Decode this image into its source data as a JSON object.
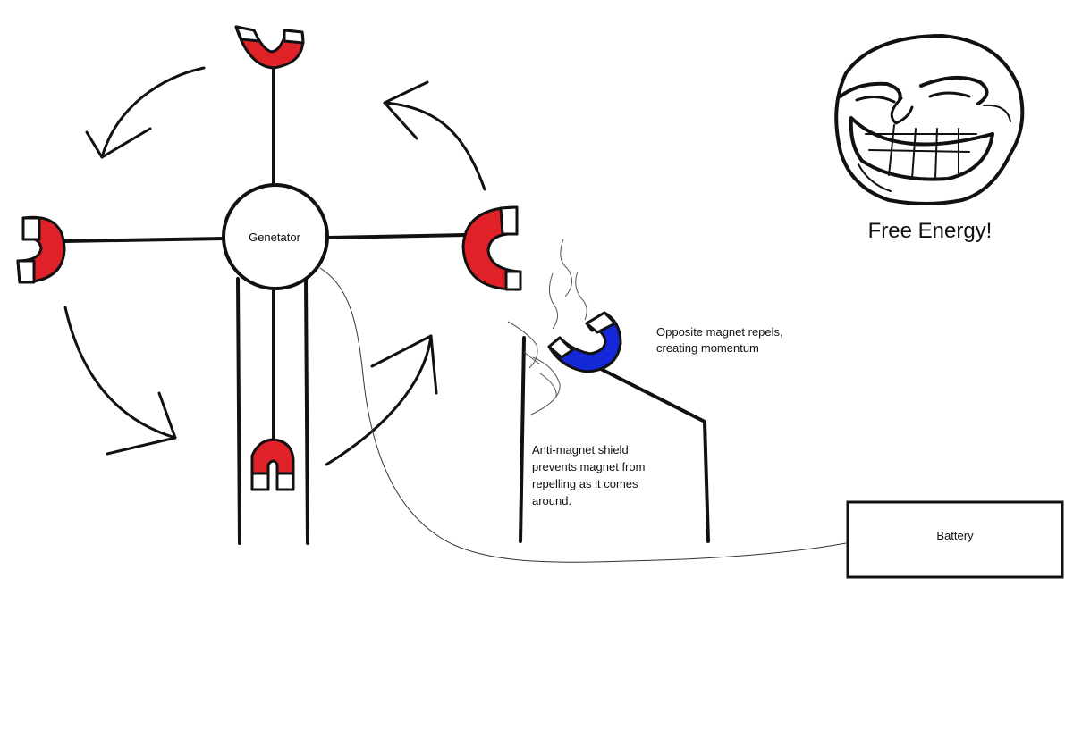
{
  "labels": {
    "generator": "Genetator",
    "free_energy": "Free Energy!",
    "opposite_magnet": "Opposite magnet repels,\ncreating momentum",
    "shield": "Anti-magnet shield\nprevents magnet from\nrepelling as it comes\naround.",
    "battery": "Battery"
  },
  "colors": {
    "magnet_red": "#e02228",
    "magnet_blue": "#1428d8",
    "magnet_tip": "#ffffff",
    "ink": "#111111"
  },
  "icons": {
    "face": "troll-face-icon",
    "magnet": "horseshoe-magnet-icon"
  }
}
